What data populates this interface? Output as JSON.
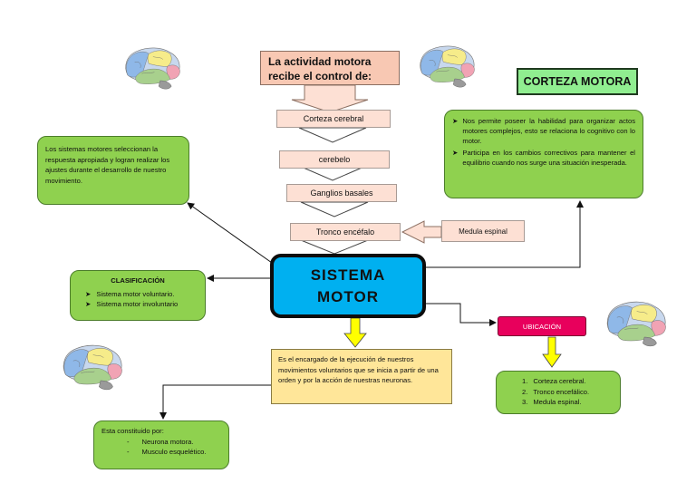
{
  "header": {
    "title": "La actividad motora recibe el control de:"
  },
  "chain": [
    {
      "label": "Corteza cerebral"
    },
    {
      "label": "cerebelo"
    },
    {
      "label": "Ganglios basales"
    },
    {
      "label": "Tronco encéfalo"
    }
  ],
  "medula": {
    "label": "Medula espinal"
  },
  "center": {
    "line1": "SISTEMA",
    "line2": "MOTOR"
  },
  "corteza": {
    "title": "CORTEZA MOTORA",
    "items": [
      "Nos permite poseer la habilidad para organizar actos motores complejos, esto se relaciona lo cognitivo con lo motor.",
      "Participa en los cambios correctivos para mantener el equilibrio cuando nos surge una situación inesperada."
    ]
  },
  "seleccion": {
    "text": "Los sistemas motores seleccionan la respuesta apropiada y logran realizar los ajustes durante el desarrollo de nuestro movimiento."
  },
  "clasificacion": {
    "title": "CLASIFICACIÓN",
    "items": [
      "Sistema motor voluntario.",
      "Sistema motor involuntario"
    ]
  },
  "descripcion": {
    "text": "Es el encargado de la ejecución de nuestros movimientos voluntarios que se inicia a partir de una orden y por la acción de nuestras neuronas."
  },
  "ubicacion": {
    "label": "UBICACIÓN",
    "items": [
      {
        "num": "1.",
        "text": "Corteza cerebral."
      },
      {
        "num": "2.",
        "text": "Tronco encefálico."
      },
      {
        "num": "3.",
        "text": "Medula espinal."
      }
    ]
  },
  "constituido": {
    "title": "Esta constituido por:",
    "items": [
      {
        "bullet": "-",
        "text": "Neurona motora."
      },
      {
        "bullet": "-",
        "text": "Musculo esquelético."
      }
    ]
  },
  "colors": {
    "green_box": "#8fd14f",
    "center_fill": "#00b0f0",
    "ubicacion_fill": "#e8005c",
    "description_fill": "#ffe699",
    "chain_fill": "#fde0d4",
    "header_fill": "#f8c8b3",
    "yellow_arrow": "#ffff00"
  },
  "icons": {
    "brain": "brain-icon",
    "bullet": "arrowhead-bullet-icon"
  }
}
